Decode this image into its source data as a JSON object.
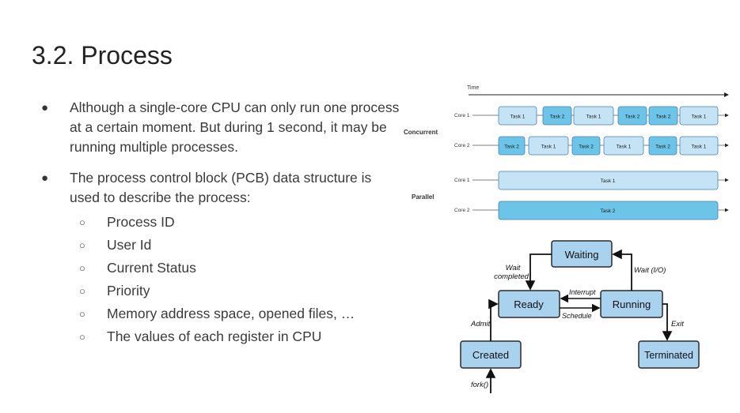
{
  "slide": {
    "title": "3.2. Process",
    "bullets": [
      {
        "text": "Although a single-core CPU can only run one process at a certain moment. But during 1 second, it may be running multiple processes."
      },
      {
        "text": "The process control block (PCB) data structure is used to describe the process:"
      }
    ],
    "sub_bullets": [
      "Process ID",
      "User Id",
      "Current Status",
      "Priority",
      "Memory address space, opened files, …",
      "The values of each register in CPU"
    ]
  },
  "timeline": {
    "time_label": "Time",
    "concurrent_label": "Concurrent",
    "parallel_label": "Parallel",
    "core1_label": "Core 1",
    "core2_label": "Core 2",
    "concurrent_core1": [
      "Task 1",
      "Task 2",
      "Task 1",
      "Task 2",
      "Task 2",
      "Task 1"
    ],
    "concurrent_core2": [
      "Task 2",
      "Task 1",
      "Task 2",
      "Task 1",
      "Task 2",
      "Task 1"
    ],
    "parallel_core1": "Task 1",
    "parallel_core2": "Task 2",
    "colors": {
      "task1": "#c4e4f6",
      "task2": "#6cc4e8",
      "border": "#4a7fb0"
    }
  },
  "state_diagram": {
    "states": {
      "waiting": "Waiting",
      "ready": "Ready",
      "running": "Running",
      "created": "Created",
      "terminated": "Terminated"
    },
    "transitions": {
      "wait_completed_line1": "Wait",
      "wait_completed_line2": "completed",
      "wait_io": "Wait (I/O)",
      "interrupt": "Interrupt",
      "schedule": "Schedule",
      "admit": "Admit",
      "exit": "Exit",
      "fork": "fork()"
    },
    "colors": {
      "fill": "#a9d2ee",
      "border": "#2a2a2a"
    }
  }
}
